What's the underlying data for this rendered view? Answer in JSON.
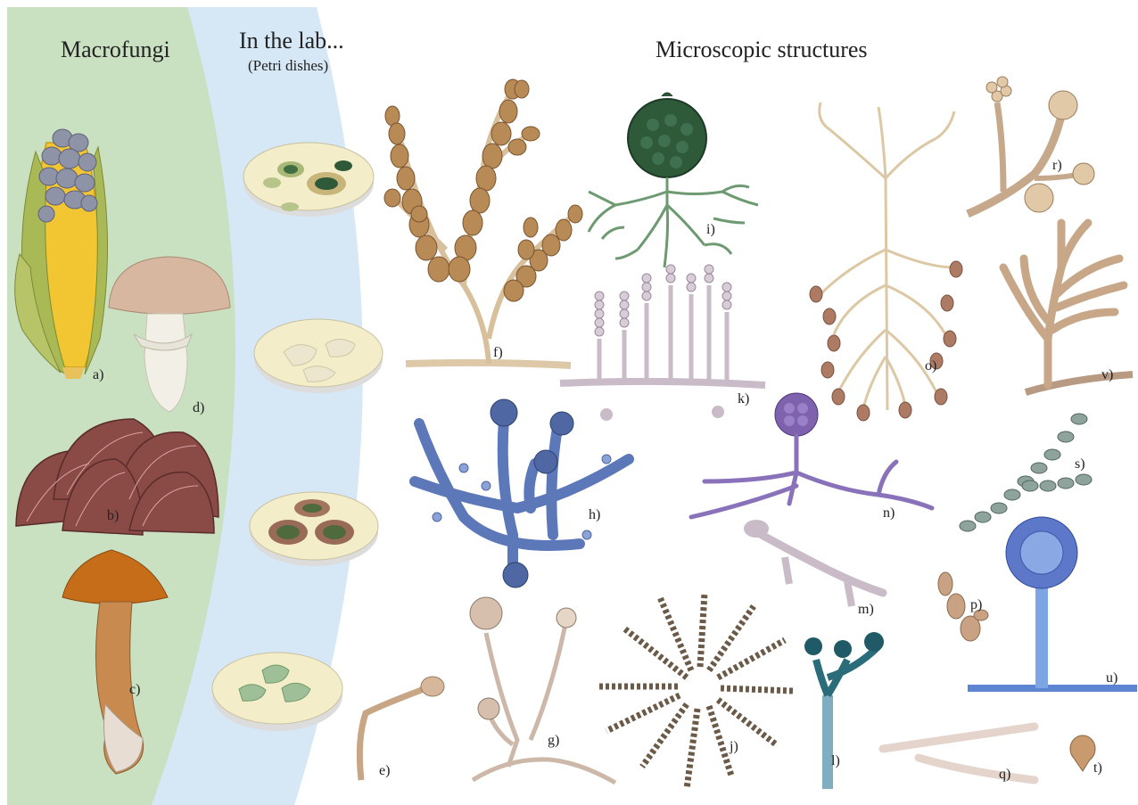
{
  "headings": {
    "macrofungi": "Macrofungi",
    "lab": "In the lab...",
    "lab_sub": "(Petri dishes)",
    "micro": "Microscopic structures"
  },
  "labels": {
    "a": "a)",
    "b": "b)",
    "c": "c)",
    "d": "d)",
    "e": "e)",
    "f": "f)",
    "g": "g)",
    "h": "h)",
    "i": "i)",
    "j": "j)",
    "k": "k)",
    "l": "l)",
    "m": "m)",
    "n": "n)",
    "o": "o)",
    "p": "p)",
    "q": "q)",
    "r": "r)",
    "s": "s)",
    "t": "t)",
    "u": "u)",
    "v": "v)"
  },
  "colors": {
    "macro_panel": "#c9e0c1",
    "lab_panel": "#d6e7f6",
    "agar": "#f3edc9",
    "hyphae_brown": "#b5865a",
    "blue": "#5d78b8",
    "purple": "#7e62ad",
    "green_dark": "#2f5a3a",
    "teal": "#1f5a66"
  }
}
